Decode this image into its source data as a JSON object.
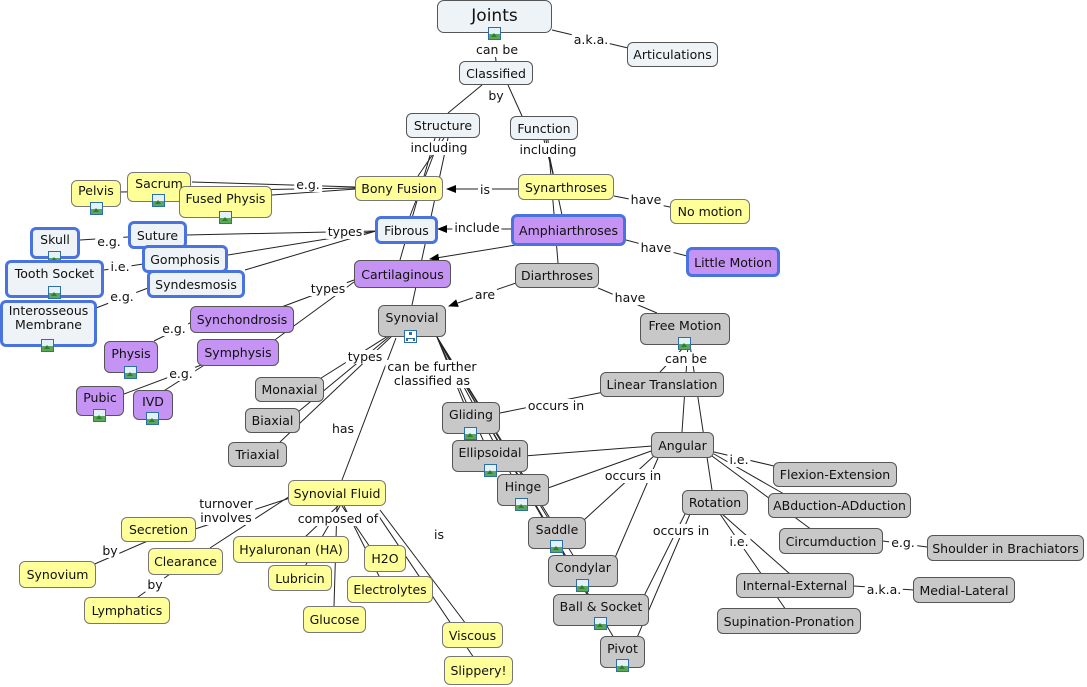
{
  "nodes": {
    "joints": "Joints",
    "articulations": "Articulations",
    "classified": "Classified",
    "structure": "Structure",
    "function": "Function",
    "bony_fusion": "Bony Fusion",
    "synarthroses": "Synarthroses",
    "no_motion": "No motion",
    "pelvis": "Pelvis",
    "sacrum": "Sacrum",
    "fused_physis": "Fused Physis",
    "fibrous": "Fibrous",
    "amphiarthroses": "Amphiarthroses",
    "little_motion": "Little Motion",
    "skull": "Skull",
    "suture": "Suture",
    "gomphosis": "Gomphosis",
    "tooth_socket": "Tooth Socket",
    "syndesmosis": "Syndesmosis",
    "interosseous_membrane": "Interosseous Membrane",
    "cartilaginous": "Cartilaginous",
    "diarthroses": "Diarthroses",
    "synovial": "Synovial",
    "free_motion": "Free Motion",
    "synchondrosis": "Synchondrosis",
    "physis": "Physis",
    "symphysis": "Symphysis",
    "pubic": "Pubic",
    "ivd": "IVD",
    "monaxial": "Monaxial",
    "biaxial": "Biaxial",
    "triaxial": "Triaxial",
    "linear_translation": "Linear Translation",
    "gliding": "Gliding",
    "ellipsoidal": "Ellipsoidal",
    "angular": "Angular",
    "hinge": "Hinge",
    "flexion_extension": "Flexion-Extension",
    "abduction_adduction": "ABduction-ADduction",
    "rotation": "Rotation",
    "saddle": "Saddle",
    "circumduction": "Circumduction",
    "shoulder_brachiators": "Shoulder in Brachiators",
    "condylar": "Condylar",
    "internal_external": "Internal-External",
    "medial_lateral": "Medial-Lateral",
    "ball_socket": "Ball & Socket",
    "supination_pronation": "Supination-Pronation",
    "pivot": "Pivot",
    "synovial_fluid": "Synovial Fluid",
    "secretion": "Secretion",
    "synovium": "Synovium",
    "clearance": "Clearance",
    "lymphatics": "Lymphatics",
    "hyaluronan": "Hyaluronan (HA)",
    "h2o": "H2O",
    "lubricin": "Lubricin",
    "electrolytes": "Electrolytes",
    "glucose": "Glucose",
    "viscous": "Viscous",
    "slippery": "Slippery!"
  },
  "links": {
    "can_be": "can be",
    "aka_articulations": "a.k.a.",
    "by": "by",
    "including_structure": "including",
    "including_function": "including",
    "is": "is",
    "eg_bony": "e.g.",
    "have_no_motion": "have",
    "include": "include",
    "types_fibrous": "types",
    "have_little": "have",
    "eg_skull": "e.g.",
    "ie_tooth": "i.e.",
    "eg_interosseous": "e.g.",
    "are": "are",
    "have_free": "have",
    "types_cartilaginous": "types",
    "eg_synchondrosis": "e.g.",
    "eg_symphysis": "e.g.",
    "types_synovial": "types",
    "further_classified": "can be further\nclassified as",
    "can_be_free": "can be",
    "occurs_in_linear": "occurs in",
    "occurs_in_angular": "occurs in",
    "ie_angular": "i.e.",
    "occurs_in_rotation": "occurs in",
    "ie_rotation": "i.e.",
    "eg_circumduction": "e.g.",
    "aka_medial": "a.k.a.",
    "has": "has",
    "turnover": "turnover\ninvolves",
    "composed_of": "composed of",
    "is_fluid": "is",
    "by_synovium": "by",
    "by_lymphatics": "by"
  },
  "icons": [
    "image-icon",
    "concept-map-icon"
  ],
  "colors": {
    "white_node": "#eef3f7",
    "yellow_node": "#ffff99",
    "purple_node": "#c493f3",
    "gray_node": "#c8c8c8",
    "highlight_border": "#4a73e0"
  }
}
